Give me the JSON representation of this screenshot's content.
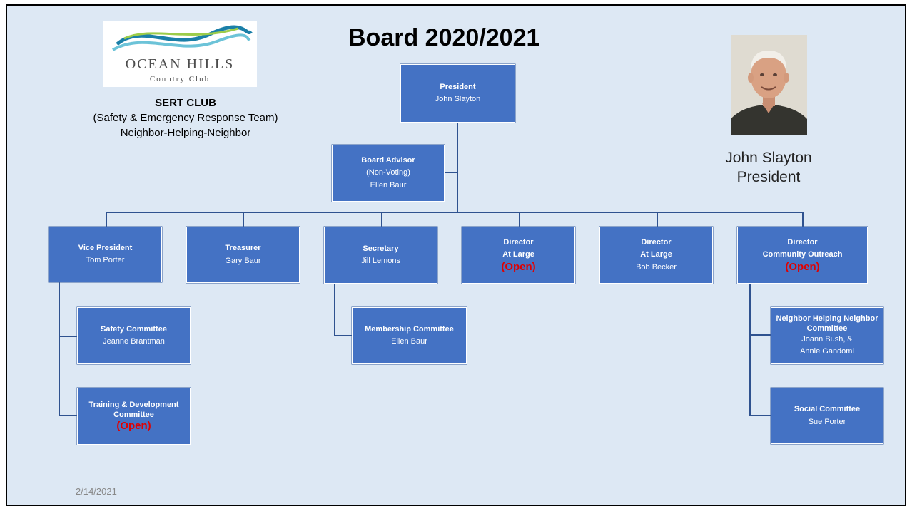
{
  "title": "Board 2020/2021",
  "logo": {
    "name": "OCEAN HILLS",
    "sub": "Country Club"
  },
  "club": {
    "name": "SERT CLUB",
    "subtitle": "(Safety & Emergency Response Team)",
    "motto": "Neighbor-Helping-Neighbor"
  },
  "featured": {
    "name": "John Slayton",
    "role": "President"
  },
  "boxes": {
    "president": {
      "title": "President",
      "name": "John Slayton"
    },
    "advisor": {
      "title": "Board Advisor",
      "note": "(Non-Voting)",
      "name": "Ellen Baur"
    },
    "vp": {
      "title": "Vice President",
      "name": "Tom Porter"
    },
    "treasurer": {
      "title": "Treasurer",
      "name": "Gary Baur"
    },
    "secretary": {
      "title": "Secretary",
      "name": "Jill Lemons"
    },
    "director1": {
      "title": "Director",
      "title2": "At Large",
      "status": "(Open)"
    },
    "director2": {
      "title": "Director",
      "title2": "At Large",
      "name": "Bob Becker"
    },
    "director3": {
      "title": "Director",
      "title2": "Community Outreach",
      "status": "(Open)"
    },
    "safety": {
      "title": "Safety Committee",
      "name": "Jeanne Brantman"
    },
    "training": {
      "title": "Training & Development Committee",
      "status": "(Open)"
    },
    "membership": {
      "title": "Membership Committee",
      "name": "Ellen Baur"
    },
    "nhn": {
      "title": "Neighbor Helping Neighbor Committee",
      "name": "Joann Bush, &",
      "name2": "Annie Gandomi"
    },
    "social": {
      "title": "Social Committee",
      "name": "Sue Porter"
    }
  },
  "colors": {
    "box": "#4472c4",
    "open": "#e00000",
    "background": "#dde8f4",
    "connector": "#2f528f"
  },
  "date": "2/14/2021"
}
